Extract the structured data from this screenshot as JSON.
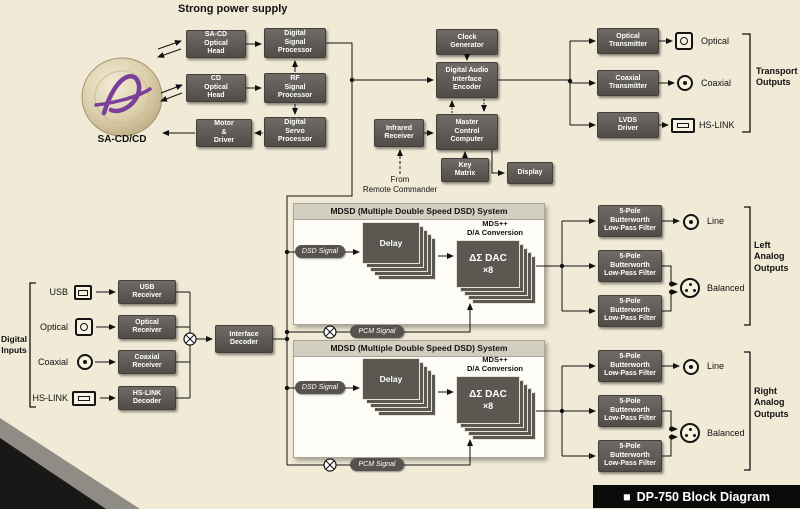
{
  "titles": {
    "power_supply": "Strong power supply",
    "disc_label": "SA-CD/CD",
    "footer_marker": "■",
    "footer_label": "DP-750 Block Diagram"
  },
  "blocks": {
    "sacd_head": "SA-CD\nOptical\nHead",
    "cd_head": "CD\nOptical\nHead",
    "motor": "Motor\n&\nDriver",
    "dsp": "Digital\nSignal\nProcessor",
    "rf": "RF\nSignal\nProcessor",
    "servo": "Digital\nServo\nProcessor",
    "clock": "Clock\nGenerator",
    "daie": "Digital Audio\nInterface\nEncoder",
    "infrared": "Infrared\nReceiver",
    "mcc": "Master\nControl\nComputer",
    "key_matrix": "Key\nMatrix",
    "display": "Display",
    "optical_tx": "Optical\nTransmitter",
    "coaxial_tx": "Coaxial\nTransmitter",
    "lvds": "LVDS\nDriver",
    "usb_rx": "USB\nReceiver",
    "optical_rx": "Optical\nReceiver",
    "coaxial_rx": "Coaxial\nReceiver",
    "hslink_dec": "HS-LINK\nDecoder",
    "iface_dec": "Interface\nDecoder",
    "filter": "5-Pole\nButterworth\nLow-Pass Filter"
  },
  "mdsd": {
    "title": "MDSD (Multiple Double Speed DSD) System",
    "delay": "Delay",
    "mds_plus": "MDS++\nD/A Conversion",
    "dac_name": "ΔΣ DAC",
    "dac_mult": "×8",
    "dsd_signal": "DSD Signal",
    "pcm_signal": "PCM Signal"
  },
  "labels": {
    "from_remote": "From\nRemote Commander",
    "transport_outputs": "Transport\nOutputs",
    "digital_inputs": "Digital\nInputs",
    "left_outputs": "Left\nAnalog\nOutputs",
    "right_outputs": "Right\nAnalog\nOutputs"
  },
  "ports": {
    "optical_out": "Optical",
    "coaxial_out": "Coaxial",
    "hslink_out": "HS-LINK",
    "usb_in": "USB",
    "optical_in": "Optical",
    "coaxial_in": "Coaxial",
    "hslink_in": "HS-LINK",
    "line_left": "Line",
    "balanced_left": "Balanced",
    "line_right": "Line",
    "balanced_right": "Balanced"
  },
  "colors": {
    "background": "#f1ead7",
    "block": "#5b5852",
    "logo_purple": "#7a3f98",
    "footer_bg": "#0a0a0a"
  }
}
